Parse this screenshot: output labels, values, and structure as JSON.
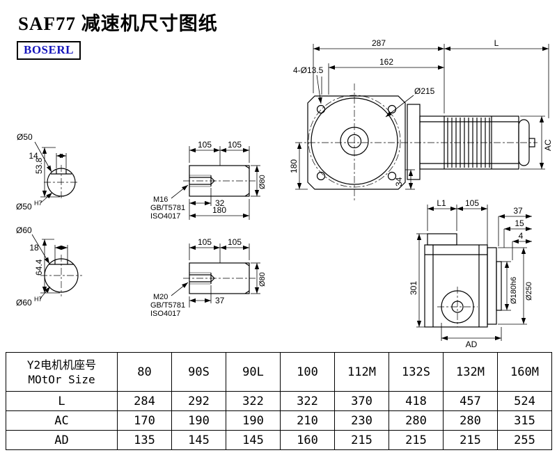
{
  "title": "SAF77 减速机尺寸图纸",
  "brand": "BOSERL",
  "front_view": {
    "dim_width_287": "287",
    "dim_length_L": "L",
    "dim_162": "162",
    "bolt_holes": "4-Ø13.5",
    "flange_dia": "Ø215",
    "dim_180": "180",
    "dim_34": "34",
    "dim_AC": "AC"
  },
  "shaft_end_50": {
    "dia": "Ø50",
    "key_width": "14",
    "key_height": "53.8",
    "bore_dia": "Ø50",
    "bore_tol": "H7"
  },
  "shaft_end_60": {
    "dia": "Ø60",
    "key_width": "18",
    "key_height": "64.4",
    "bore_dia": "Ø60",
    "bore_tol": "H7"
  },
  "hollow_shaft_m16": {
    "dim_105_left": "105",
    "dim_105_right": "105",
    "thread": "M16",
    "standard_gb": "GB/T5781",
    "standard_iso": "ISO4017",
    "dim_32": "32",
    "dim_180": "180",
    "dia_80": "Ø80"
  },
  "hollow_shaft_m20": {
    "dim_105_left": "105",
    "dim_105_right": "105",
    "thread": "M20",
    "standard_gb": "GB/T5781",
    "standard_iso": "ISO4017",
    "dim_37": "37",
    "dia_80": "Ø80"
  },
  "side_view": {
    "dim_L1": "L1",
    "dim_105": "105",
    "dim_37": "37",
    "dim_15": "15",
    "dim_4": "4",
    "dim_301": "301",
    "dia_180h6": "Ø180h6",
    "dia_250": "Ø250",
    "dim_AD": "AD"
  },
  "table": {
    "header_cn": "Y2电机机座号",
    "header_en": "MOtOr Size",
    "columns": [
      "80",
      "90S",
      "90L",
      "100",
      "112M",
      "132S",
      "132M",
      "160M"
    ],
    "rows": [
      {
        "label": "L",
        "values": [
          "284",
          "292",
          "322",
          "322",
          "370",
          "418",
          "457",
          "524"
        ]
      },
      {
        "label": "AC",
        "values": [
          "170",
          "190",
          "190",
          "210",
          "230",
          "280",
          "280",
          "315"
        ]
      },
      {
        "label": "AD",
        "values": [
          "135",
          "145",
          "145",
          "160",
          "215",
          "215",
          "215",
          "255"
        ]
      }
    ]
  }
}
